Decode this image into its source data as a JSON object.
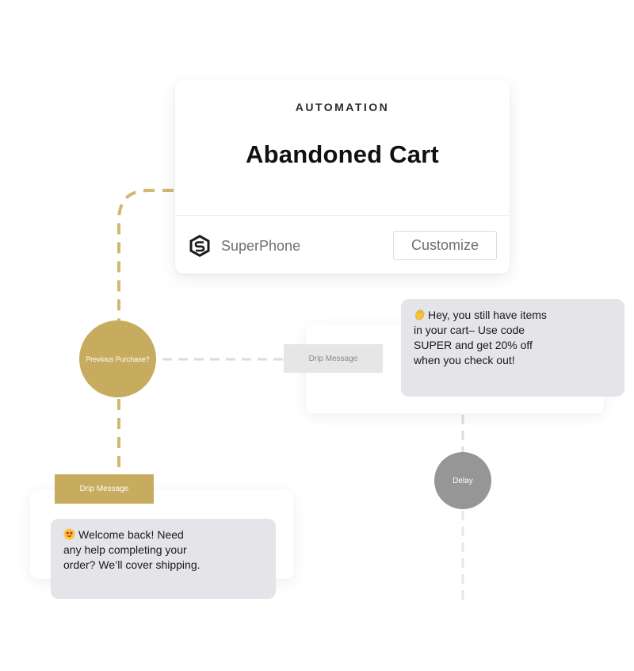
{
  "automation": {
    "eyebrow": "AUTOMATION",
    "title": "Abandoned Cart",
    "brand_name": "SuperPhone",
    "brand_icon": "superphone-logo-icon",
    "customize_label": "Customize"
  },
  "decision_node": {
    "label": "Previous Purchase?"
  },
  "drip_right": {
    "label": "Drip Message",
    "emoji_icon": "waving-hand-icon",
    "lines": [
      "Hey, you still have items",
      "in your cart– Use code",
      "SUPER and get 20% off",
      "when you check out!"
    ]
  },
  "delay_node": {
    "label": "Delay"
  },
  "drip_left": {
    "label": "Drip Message",
    "emoji_icon": "heart-eyes-icon",
    "lines": [
      "Welcome back! Need",
      "any help completing your",
      "order? We’ll cover shipping."
    ]
  },
  "colors": {
    "gold": "#c7ab5f",
    "grey_node": "#969696",
    "bubble": "#e4e4e9",
    "connector_grey": "#dcdcdc"
  }
}
